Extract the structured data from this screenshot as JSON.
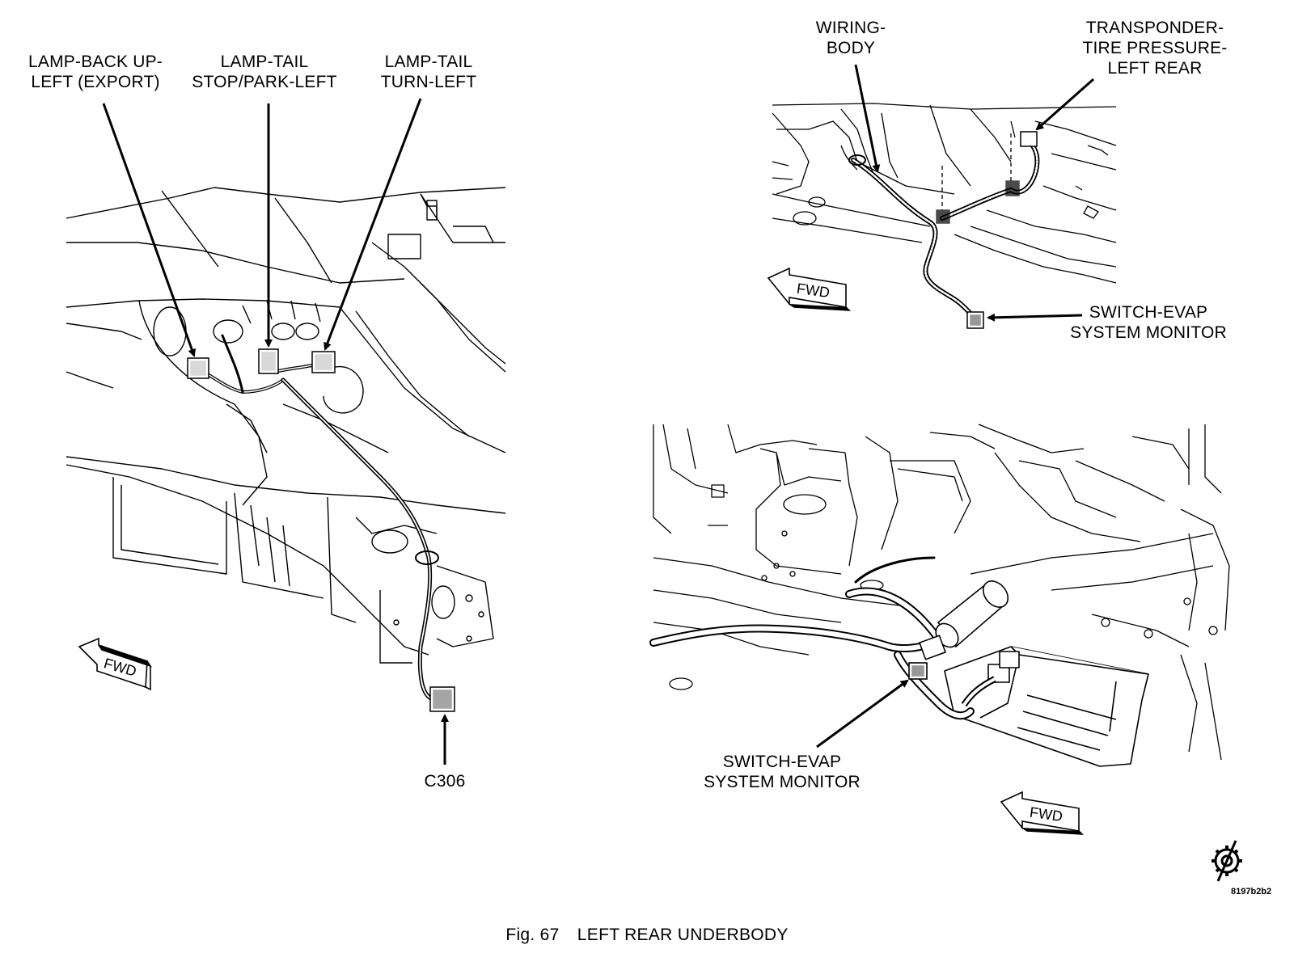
{
  "figure": {
    "number_label": "Fig. 67",
    "title": "LEFT REAR UNDERBODY",
    "reference_code": "8197b2b2"
  },
  "views": {
    "left": {
      "callouts": {
        "lamp_back_up": [
          "LAMP-BACK UP-",
          "LEFT (EXPORT)"
        ],
        "lamp_tail_stop": [
          "LAMP-TAIL",
          "STOP/PARK-LEFT"
        ],
        "lamp_tail_turn": [
          "LAMP-TAIL",
          "TURN-LEFT"
        ],
        "connector": [
          "C306"
        ]
      },
      "direction_label": "FWD"
    },
    "top_right": {
      "callouts": {
        "wiring_body": [
          "WIRING-",
          "BODY"
        ],
        "transponder": [
          "TRANSPONDER-",
          "TIRE PRESSURE-",
          "LEFT REAR"
        ],
        "switch_evap": [
          "SWITCH-EVAP",
          "SYSTEM MONITOR"
        ]
      },
      "direction_label": "FWD"
    },
    "bottom_right": {
      "callouts": {
        "switch_evap": [
          "SWITCH-EVAP",
          "SYSTEM MONITOR"
        ]
      },
      "direction_label": "FWD"
    }
  },
  "icons": {
    "service_symbol": "gear-slash-icon"
  },
  "colors": {
    "ink": "#000000",
    "paper": "#ffffff"
  }
}
